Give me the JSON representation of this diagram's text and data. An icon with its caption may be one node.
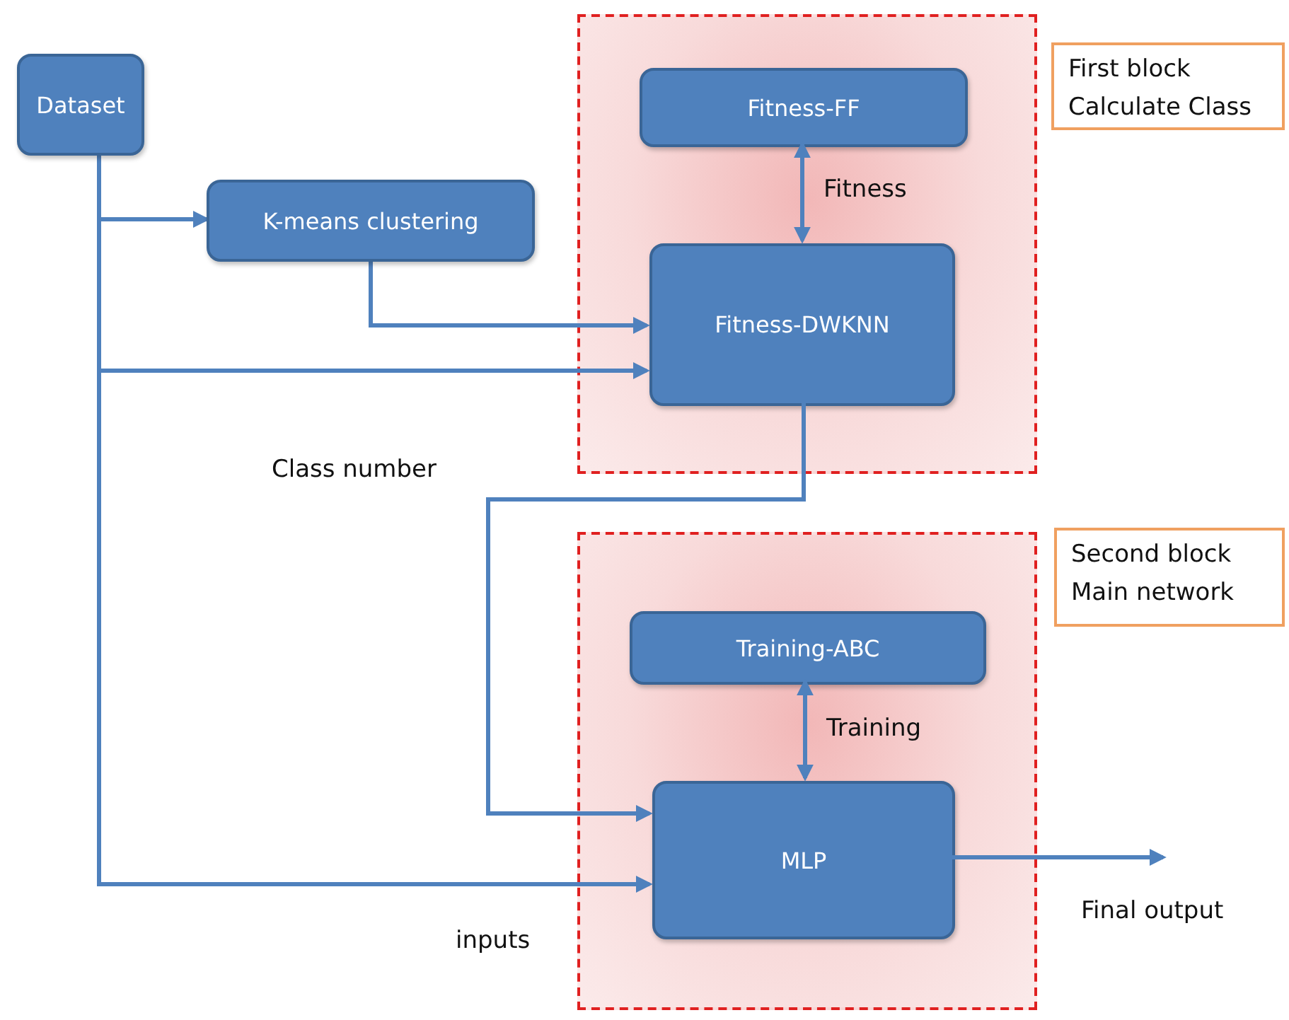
{
  "diagram": {
    "nodes": [
      {
        "text": [
          "Dataset"
        ]
      },
      {
        "text": [
          "K-means clustering"
        ]
      },
      {
        "text": [],
        "shape": "box"
      },
      {
        "text": [
          "Fitness-FF"
        ],
        "in": 2
      },
      {
        "text": [
          "Fitness-DWKNN"
        ],
        "in": 2
      },
      {
        "text": [
          "First block Calculate Class"
        ]
      },
      {
        "text": [],
        "shape": "box"
      },
      {
        "text": [
          "Training-ABC"
        ],
        "in": 6
      },
      {
        "text": [
          "MLP"
        ],
        "in": 6
      },
      {
        "text": [
          "Second block Main network"
        ]
      }
    ],
    "edges": [
      {
        "from": 0,
        "to": 1,
        "arrow": "to"
      },
      {
        "from": 1,
        "to": 4,
        "arrow": "to"
      },
      {
        "from": 0,
        "to": 4,
        "arrow": "to"
      },
      {
        "from": 3,
        "to": 4,
        "arrow": "both",
        "label": "Fitness"
      },
      {
        "from": 4,
        "to": 8,
        "arrow": "to"
      },
      {
        "from": 7,
        "to": 8,
        "arrow": "both",
        "label": "Training"
      },
      {
        "from": 0,
        "to": 8,
        "arrow": "to"
      },
      {
        "from": 8,
        "to": null,
        "arrow": "to"
      }
    ],
    "labels": [
      "Class number",
      "inputs",
      "Final output"
    ]
  }
}
